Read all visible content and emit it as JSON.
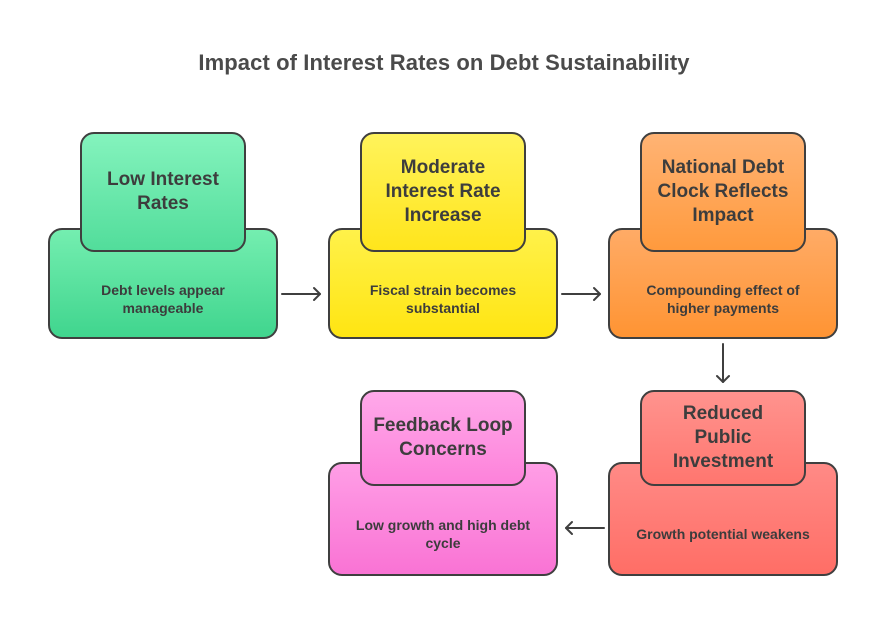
{
  "title": "Impact of Interest Rates on Debt Sustainability",
  "colors": {
    "green": "#52dd9b",
    "yellow": "#ffe51c",
    "orange": "#ff9a3d",
    "red": "#ff766f",
    "pink": "#fd82da",
    "border": "#3f3f3f",
    "text": "#3c3c3c"
  },
  "steps": [
    {
      "title": "Low Interest Rates",
      "description": "Debt levels appear manageable"
    },
    {
      "title": "Moderate Interest Rate Increase",
      "description": "Fiscal strain becomes substantial"
    },
    {
      "title": "National Debt Clock Reflects Impact",
      "description": "Compounding effect of higher payments"
    },
    {
      "title": "Reduced Public Investment",
      "description": "Growth potential weakens"
    },
    {
      "title": "Feedback Loop Concerns",
      "description": "Low growth and high debt cycle"
    }
  ]
}
